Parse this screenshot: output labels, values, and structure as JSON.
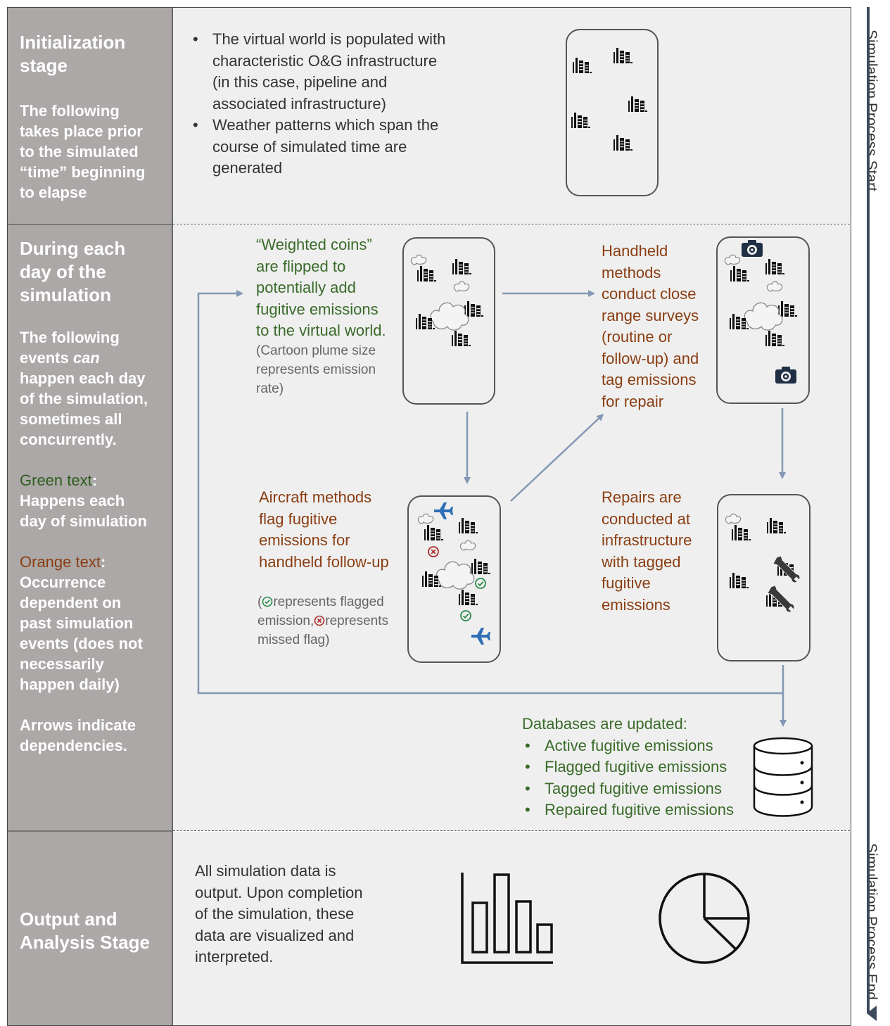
{
  "timeline": {
    "start_label": "Simulation Process Start",
    "end_label": "Simulation Process End"
  },
  "init": {
    "title_line1": "Initialization",
    "title_line2": "stage",
    "desc": [
      "The following",
      "takes place prior",
      "to the simulated",
      "“time” beginning",
      "to elapse"
    ],
    "bullets": [
      [
        "The virtual world is populated with",
        "characteristic O&G infrastructure",
        "(in this case, pipeline and",
        "associated infrastructure)"
      ],
      [
        "Weather patterns which span the",
        "course of simulated time are",
        "generated"
      ]
    ]
  },
  "daily": {
    "title": [
      "During each",
      "day of the",
      "simulation"
    ],
    "desc_pre": [
      "The following"
    ],
    "desc_events": "events ",
    "desc_can": "can",
    "desc_post": [
      "happen each day",
      "of the simulation,",
      "sometimes all",
      "concurrently."
    ],
    "green_label": "Green text",
    "green_colon": ":",
    "green_desc": [
      "Happens each",
      "day of simulation"
    ],
    "orange_label": "Orange text",
    "orange_colon": ":",
    "orange_desc": [
      "Occurrence",
      "dependent on",
      "past simulation",
      "events (does not",
      "necessarily",
      "happen daily)"
    ],
    "arrows_note": [
      "Arrows indicate",
      "dependencies."
    ],
    "coins": [
      "“Weighted coins”",
      "are flipped to",
      "potentially add",
      "fugitive emissions",
      "to the virtual world."
    ],
    "coins_note": [
      "(Cartoon plume size",
      "represents emission",
      "rate)"
    ],
    "handheld": [
      "Handheld",
      "methods",
      "conduct close",
      "range surveys",
      "(routine or",
      "follow-up) and",
      "tag emissions",
      "for repair"
    ],
    "aircraft": [
      "Aircraft methods",
      "flag fugitive",
      "emissions for",
      "handheld follow-up"
    ],
    "aircraft_note_a": "represents flagged",
    "aircraft_note_b1": "emission,",
    "aircraft_note_b2": "represents",
    "aircraft_note_c": "missed flag)",
    "repairs": [
      "Repairs are",
      "conducted at",
      "infrastructure",
      "with tagged",
      "fugitive",
      "emissions"
    ],
    "db_title": "Databases are updated:",
    "db_items": [
      "Active fugitive emissions",
      "Flagged fugitive emissions",
      "Tagged fugitive emissions",
      "Repaired fugitive emissions"
    ]
  },
  "output": {
    "title": [
      "Output and",
      "Analysis Stage"
    ],
    "desc": [
      "All simulation data is",
      "output. Upon completion",
      "of the simulation, these",
      "data are visualized and",
      "interpreted."
    ]
  },
  "icons": {
    "facility": "facility-icon",
    "plume": "plume-icon",
    "camera": "camera-icon",
    "airplane": "airplane-icon",
    "wrench": "wrench-icon",
    "check": "check-circle-icon",
    "cross": "cross-circle-icon",
    "database": "database-icon",
    "bar_chart": "bar-chart-icon",
    "pie_chart": "pie-chart-icon"
  },
  "colors": {
    "green": "#3a6b2a",
    "orange": "#8a3e12",
    "arrow": "#8497b5",
    "panel": "#aca8a7",
    "airplane": "#2f6fb5"
  }
}
